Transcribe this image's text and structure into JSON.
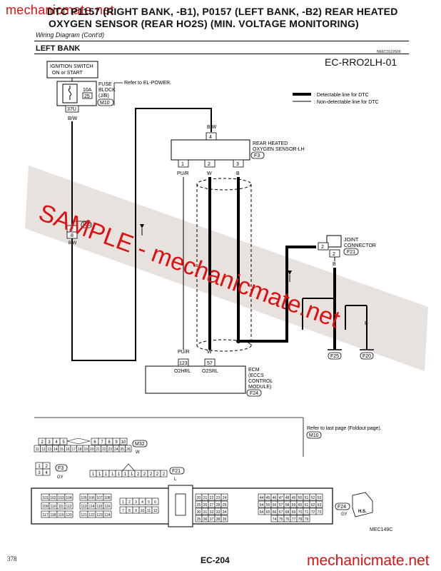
{
  "watermark_top": "mechanicmate.net",
  "title_line1": "DTC P1157 (RIGHT BANK, -B1), P0157 (LEFT BANK, -B2) REAR HEATED",
  "title_line2": "OXYGEN SENSOR (REAR HO2S) (MIN. VOLTAGE MONITORING)",
  "subtitle": "Wiring Diagram (Cont'd)",
  "section": "LEFT BANK",
  "ref_code": "NEEC0119S00",
  "diagram_id": "EC-RRO2LH-01",
  "legend": {
    "detectable": ": Detectable line for DTC",
    "non_detectable": ": Non-detectable line for DTC"
  },
  "components": {
    "ignition": {
      "line1": "IGNITION SWITCH",
      "line2": "ON or START"
    },
    "fuse": {
      "amp": "10A",
      "num": "25",
      "label1": "FUSE",
      "label2": "BLOCK",
      "label3": "(J/B)",
      "conn": "M10",
      "pin": "37U",
      "ref": "Refer to EL-POWER."
    },
    "sensor": {
      "label1": "REAR HEATED",
      "label2": "OXYGEN SENSOR-LH",
      "conn": "F3",
      "top_pin": "4",
      "pins": [
        "1",
        "2",
        "3"
      ]
    },
    "joint": {
      "label1": "JOINT",
      "label2": "CONNECTOR",
      "conn": "F21",
      "pins": [
        "2",
        "2"
      ]
    },
    "ecm": {
      "label1": "ECM",
      "label2": "(ECCS",
      "label3": "CONTROL",
      "label4": "MODULE)",
      "conn": "F24",
      "pin_a": "123",
      "pin_b": "57",
      "sig_a": "O2HRL",
      "sig_b": "O2SRL"
    },
    "inline": {
      "conn": "M32",
      "pin1": "2",
      "pin2": "8",
      "w1": "W",
      "w2": "B/W"
    },
    "grounds": [
      "F25",
      "F20"
    ]
  },
  "wires": {
    "bw": "B/W",
    "pur": "PU/R",
    "w": "W",
    "b": "B"
  },
  "watermark_center": "SAMPLE - mechanicmate.net",
  "bottom": {
    "ref": "Refer to last page (Foldout page).",
    "m10": "M10",
    "m32": "M32",
    "m32_color": "W",
    "f3": "F3",
    "f3_color": "GY",
    "f21": "F21",
    "f21_color": "L",
    "f24": "F24",
    "f24_color": "GY",
    "hs": "H.S.",
    "m32_top": [
      "2",
      "3",
      "4",
      "5",
      "6",
      "7",
      "8",
      "9",
      "10"
    ],
    "m32_bot": [
      "11",
      "12",
      "13",
      "14",
      "15",
      "16",
      "17",
      "18",
      "19",
      "20",
      "21",
      "22",
      "23",
      "24",
      "25",
      "26"
    ],
    "f3_pins": [
      "1",
      "2",
      "3",
      "4"
    ],
    "f21_pins": [
      "1",
      "1",
      "1",
      "1",
      "1",
      "1",
      "1",
      "2",
      "2",
      "2",
      "2",
      "2"
    ],
    "ecm_b1": [
      "101",
      "102",
      "103",
      "104"
    ],
    "ecm_b2": [
      "105",
      "106",
      "107",
      "108"
    ],
    "ecm_b3": [
      "109",
      "110",
      "111",
      "112"
    ],
    "ecm_c1": [
      "113",
      "114",
      "115",
      "116"
    ],
    "ecm_c2": [
      "117",
      "118",
      "119",
      "120"
    ],
    "ecm_c3": [
      "121",
      "122",
      "123",
      "124"
    ],
    "ecm_m1": [
      "1",
      "2",
      "3",
      "4",
      "5",
      "6"
    ],
    "ecm_m2": [
      "7",
      "8",
      "9",
      "10",
      "11",
      "12"
    ],
    "ecm_m3": [
      "20",
      "21",
      "22",
      "23",
      "24"
    ],
    "ecm_m4": [
      "25",
      "26",
      "27",
      "28",
      "29"
    ],
    "ecm_m5": [
      "30",
      "31",
      "32",
      "33",
      "34"
    ],
    "ecm_m6": [
      "35",
      "36",
      "37",
      "38",
      "39"
    ],
    "ecm_r1": [
      "44",
      "45",
      "46",
      "47",
      "48",
      "49",
      "50",
      "51",
      "52",
      "53"
    ],
    "ecm_r2": [
      "54",
      "55",
      "56",
      "57",
      "58",
      "59",
      "60",
      "61",
      "62",
      "63"
    ],
    "ecm_r3": [
      "64",
      "65",
      "66",
      "67",
      "68",
      "69",
      "70",
      "71",
      "72",
      "73"
    ],
    "ecm_r4": [
      "74",
      "75",
      "76",
      "77",
      "78",
      "79"
    ]
  },
  "mec": "MEC149C",
  "page_left": "378",
  "page_center": "EC-204",
  "watermark_bottom": "mechanicmate.net",
  "colors": {
    "watermark": "#dd1111",
    "band": "#e3dcd8"
  }
}
